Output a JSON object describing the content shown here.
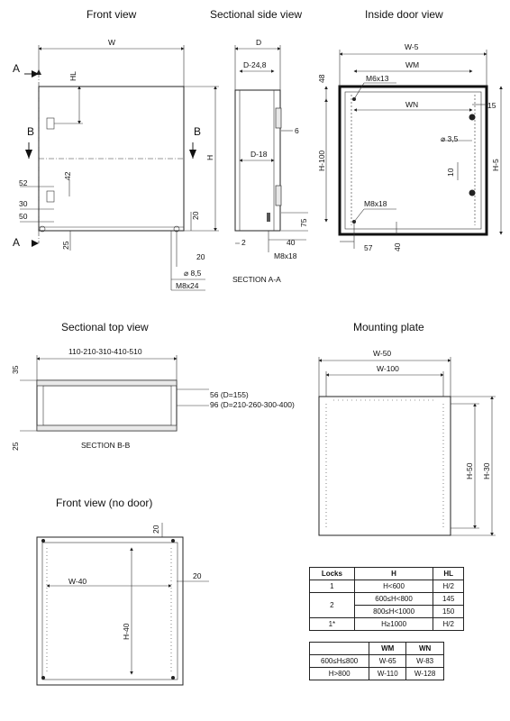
{
  "titles": {
    "front": "Front view",
    "sectional_side": "Sectional side view",
    "inside_door": "Inside door view",
    "sectional_top": "Sectional top view",
    "mounting_plate": "Mounting plate",
    "front_no_door": "Front view (no door)"
  },
  "front_view": {
    "W": "W",
    "HL": "HL",
    "H": "H",
    "A": "A",
    "B": "B",
    "d52": "52",
    "d42": "42",
    "d30": "30",
    "d50": "50",
    "d25": "25",
    "d20a": "20",
    "d20b": "20",
    "d8_5": "⌀ 8,5",
    "m8x24": "M8x24"
  },
  "side_view": {
    "D": "D",
    "D248": "D-24,8",
    "D18": "D-18",
    "d6": "6",
    "d75": "75",
    "d2": "2",
    "d40": "40",
    "m8x18": "M8x18",
    "section": "SECTION A-A"
  },
  "inside_door": {
    "W5": "W-5",
    "WM": "WM",
    "WN": "WN",
    "M6x13": "M6x13",
    "d48": "48",
    "d15": "15",
    "d3_5": "⌀ 3,5",
    "H100": "H-100",
    "H5": "H-5",
    "d10": "10",
    "M8x18": "M8x18",
    "d57": "57",
    "d40": "40"
  },
  "top_view": {
    "widths": "110-210-310-410-510",
    "d35": "35",
    "d25": "25",
    "d56": "56 (D=155)",
    "d96": "96 (D=210-260-300-400)",
    "section": "SECTION B-B"
  },
  "mounting_plate": {
    "W50": "W-50",
    "W100": "W-100",
    "H50": "H-50",
    "H30": "H-30"
  },
  "no_door": {
    "d20a": "20",
    "d20b": "20",
    "W40": "W-40",
    "H40": "H-40"
  },
  "locks_table": {
    "headers": [
      "Locks",
      "H",
      "HL"
    ],
    "rows": [
      [
        "1",
        "H<600",
        "H/2"
      ],
      [
        "2",
        "600≤H<800",
        "145"
      ],
      [
        "",
        "800≤H<1000",
        "150"
      ],
      [
        "1*",
        "H≥1000",
        "H/2"
      ]
    ]
  },
  "wm_table": {
    "headers": [
      "",
      "WM",
      "WN"
    ],
    "rows": [
      [
        "600≤H≤800",
        "W-65",
        "W-83"
      ],
      [
        "H>800",
        "W-110",
        "W-128"
      ]
    ]
  }
}
